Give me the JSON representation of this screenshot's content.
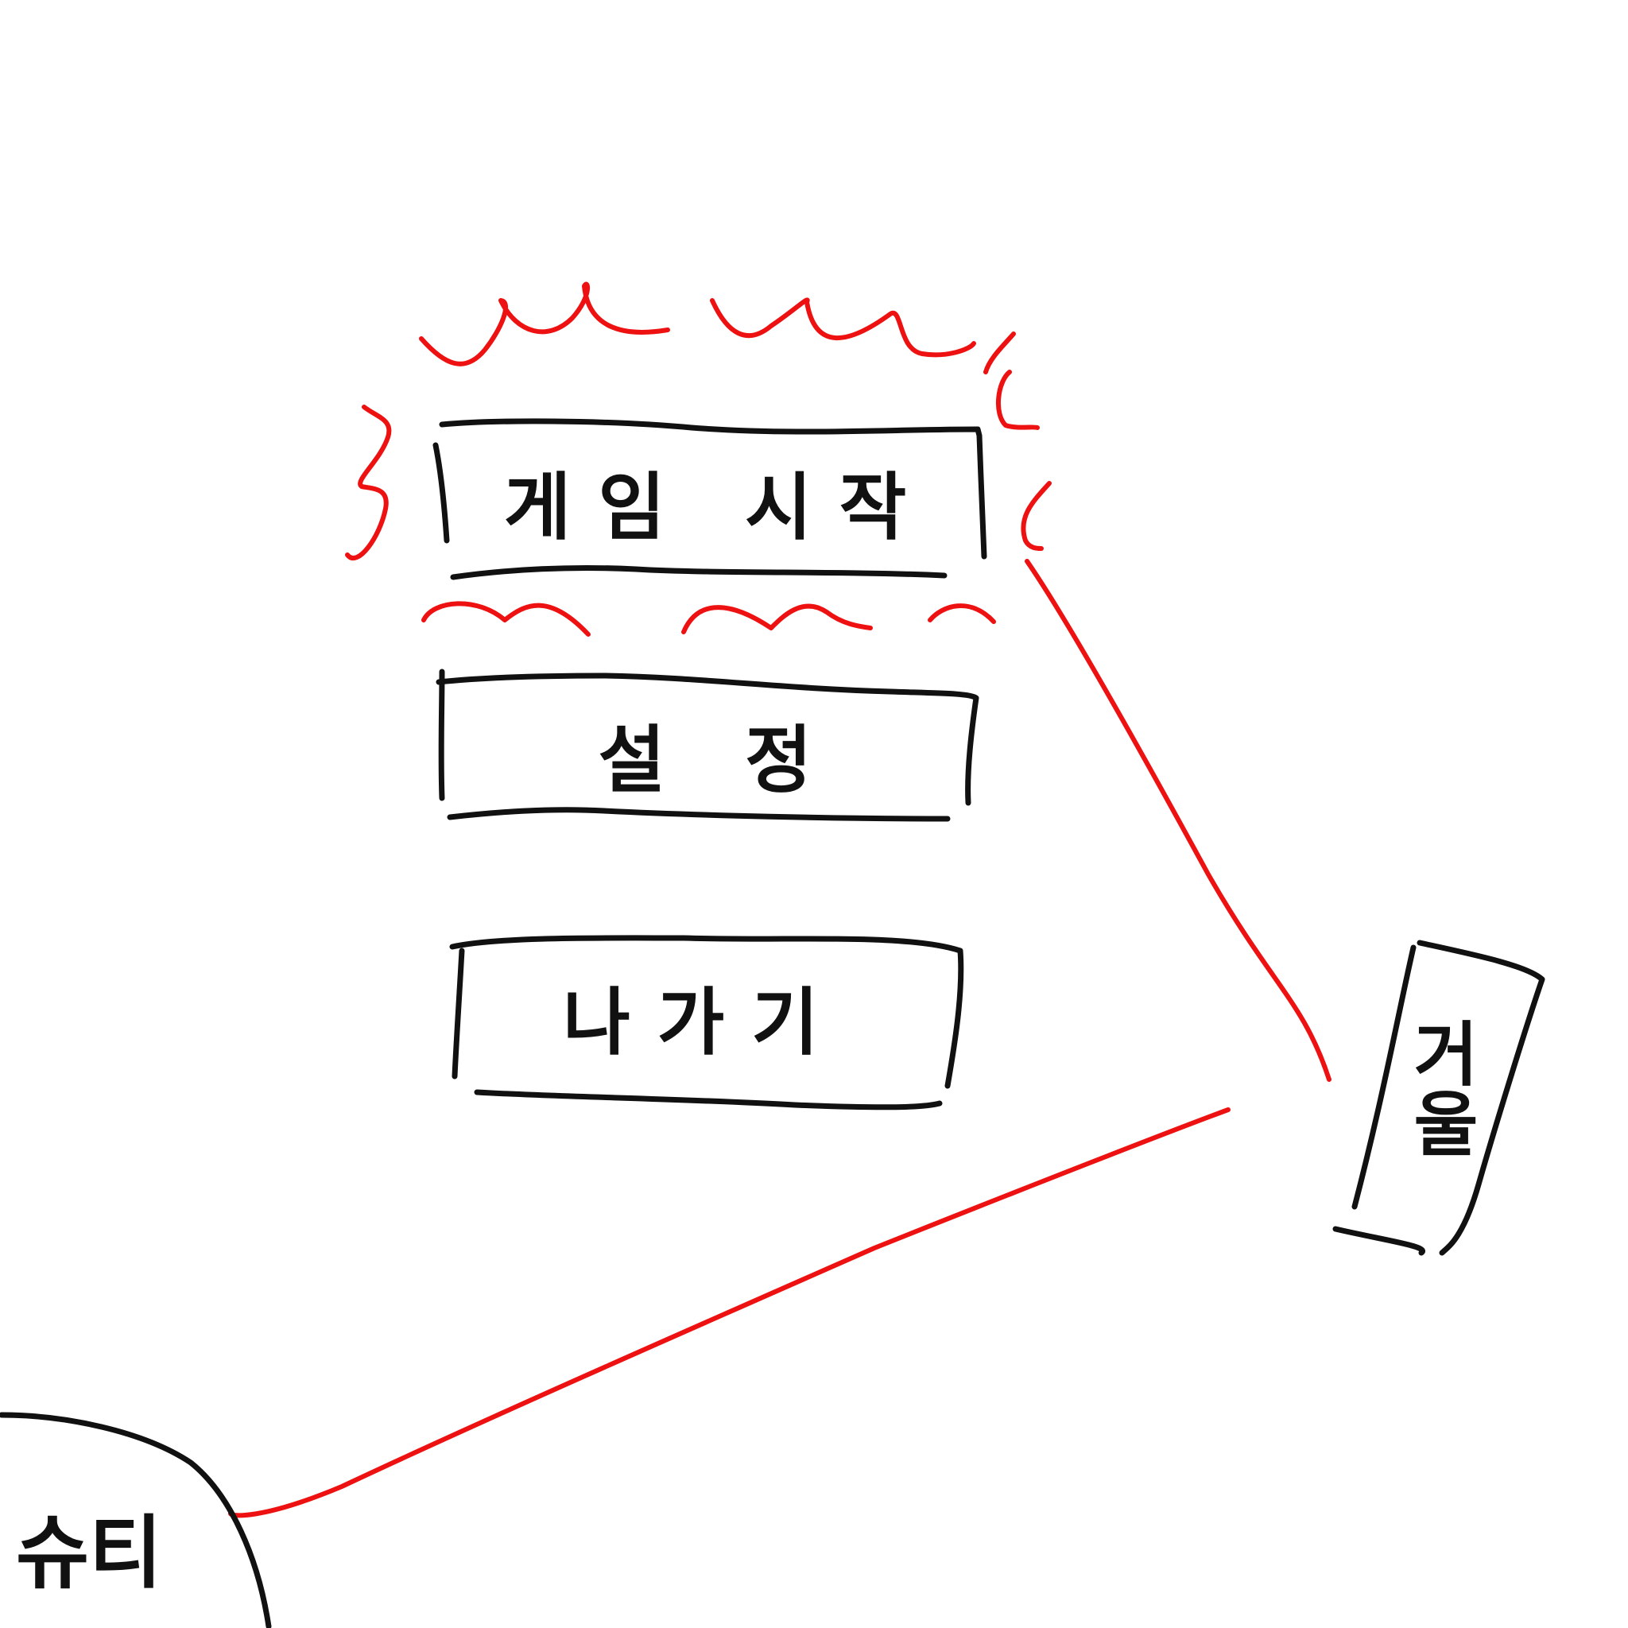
{
  "menu": {
    "start_button": {
      "label": "게임 시작"
    },
    "settings_button": {
      "label": "설 정"
    },
    "exit_button": {
      "label": "나가기"
    }
  },
  "mirror": {
    "label": "거울"
  },
  "character": {
    "label": "슈티"
  },
  "colors": {
    "ink": "#111111",
    "highlight": "#ee1111",
    "background": "#ffffff"
  }
}
